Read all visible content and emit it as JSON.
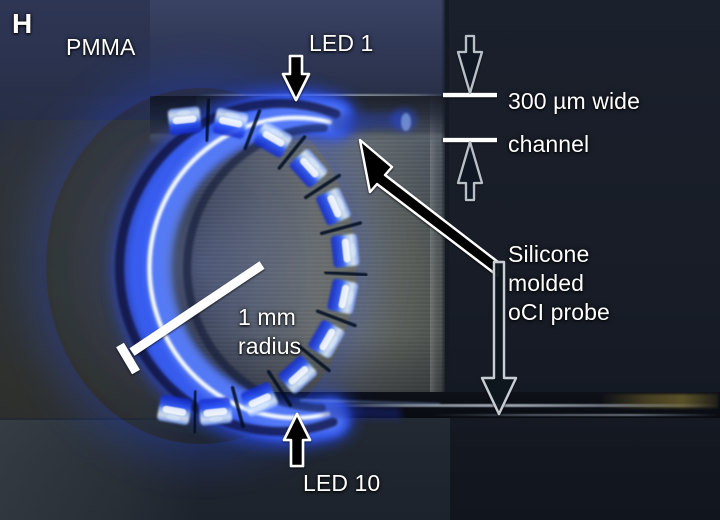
{
  "figure": {
    "panel_label": "H",
    "domain": "scientific micrograph annotation",
    "caption_labels": {
      "pmma": "PMMA",
      "led_first": "LED 1",
      "led_last": "LED 10",
      "radius_line1": "1 mm",
      "radius_line2": "radius",
      "channel_line1": "300 µm wide",
      "channel_line2": "channel",
      "probe_line1": "Silicone",
      "probe_line2": "molded",
      "probe_line3": "oCI probe"
    }
  },
  "colors": {
    "label_text": "#ffffff",
    "led_glow": "#2a52ff",
    "led_core": "#dff0ff",
    "background_left": "#2b3148",
    "background_right": "#171c26",
    "pmma_block": "#8e9693",
    "arrow_fill": "#000000",
    "arrow_outline": "#ffffff",
    "dimension_arrow_outline": "#b9bfc6"
  },
  "measurements": {
    "channel_width": "300 µm",
    "bend_radius": "1 mm",
    "led_count": 10
  },
  "annotations": [
    {
      "name": "led1-arrow",
      "type": "solid-arrow",
      "direction": "down",
      "target": "first LED in array"
    },
    {
      "name": "led10-arrow",
      "type": "solid-arrow",
      "direction": "up",
      "target": "tenth LED in array"
    },
    {
      "name": "probe-leader",
      "type": "solid-arrow",
      "direction": "up-left",
      "target": "silicone molded probe body"
    },
    {
      "name": "probe-leader-tail",
      "type": "outline-arrow",
      "direction": "down",
      "target": "probe cable tail"
    },
    {
      "name": "channel-dimension",
      "type": "double-arrow",
      "direction": "vertical",
      "target": "300 micron channel"
    },
    {
      "name": "radius-rule",
      "type": "line",
      "direction": "diagonal",
      "target": "arc center to arc edge"
    }
  ],
  "led_segments": [
    {
      "angle": -96,
      "len": 30
    },
    {
      "angle": -78,
      "len": 30
    },
    {
      "angle": -60,
      "len": 30
    },
    {
      "angle": -42,
      "len": 30
    },
    {
      "angle": -24,
      "len": 30
    },
    {
      "angle": -6,
      "len": 30
    },
    {
      "angle": 12,
      "len": 30
    },
    {
      "angle": 30,
      "len": 30
    },
    {
      "angle": 48,
      "len": 30
    },
    {
      "angle": 66,
      "len": 30
    },
    {
      "angle": 84,
      "len": 30
    },
    {
      "angle": 100,
      "len": 30
    }
  ]
}
